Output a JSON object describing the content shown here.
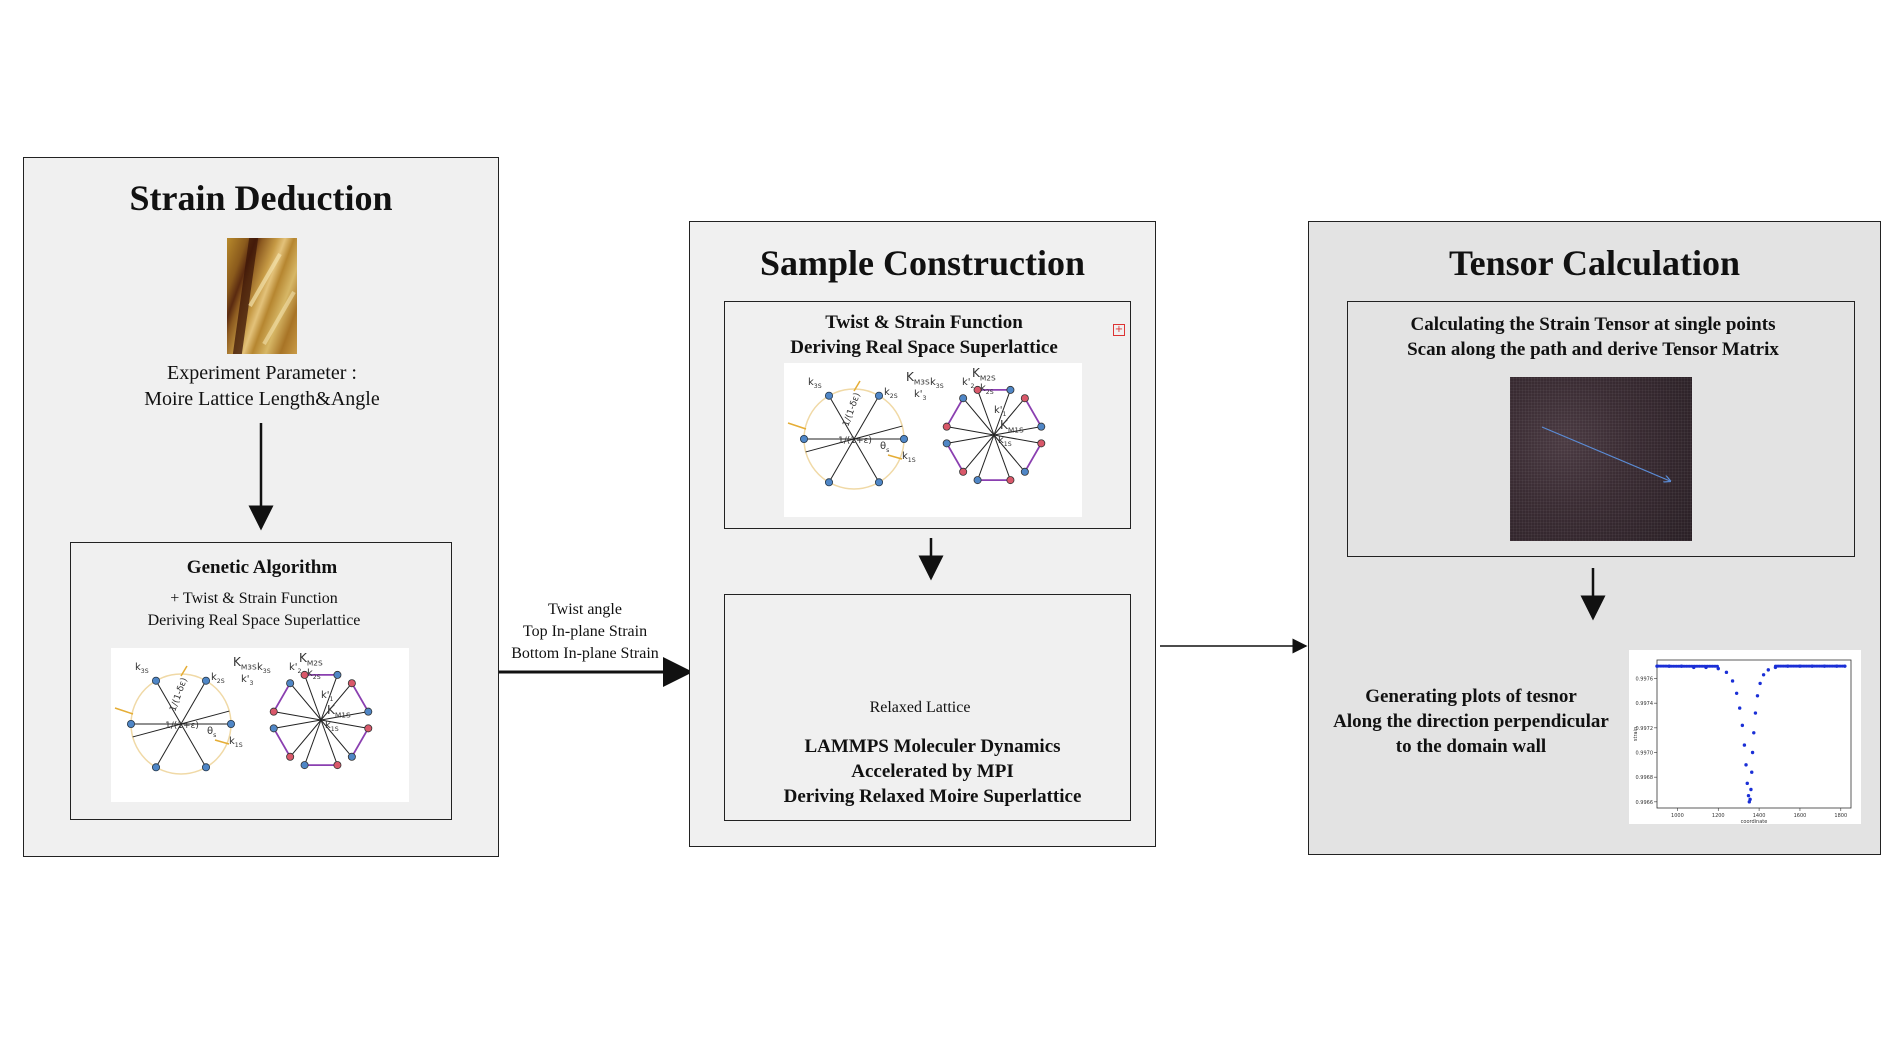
{
  "panels": {
    "strain": {
      "title": "Strain Deduction",
      "param_line1": "Experiment Parameter :",
      "param_line2": "Moire Lattice Length&Angle",
      "ga_title": "Genetic Algorithm",
      "ga_line1": "+ Twist & Strain Function",
      "ga_line2": "Deriving Real Space Superlattice"
    },
    "sample": {
      "title": "Sample Construction",
      "box1_line1": "Twist & Strain Function",
      "box1_line2": "Deriving Real Space Superlattice",
      "relaxed_label": "Relaxed Lattice",
      "box2_line1": "LAMMPS Moleculer Dynamics",
      "box2_line2": "Accelerated by MPI",
      "box2_line3": "Deriving Relaxed Moire Superlattice"
    },
    "tensor": {
      "title": "Tensor Calculation",
      "box1_line1": "Calculating the Strain Tensor at single points",
      "box1_line2": "Scan along the path and derive Tensor Matrix",
      "gen_line1": "Generating plots of tesnor",
      "gen_line2": "Along the direction perpendicular",
      "gen_line3": "to the domain wall"
    }
  },
  "connector": {
    "line1": "Twist angle",
    "line2": "Top In-plane Strain",
    "line3": "Bottom In-plane Strain"
  },
  "vector_labels": {
    "k3s": "k",
    "k3s_sub": "3S",
    "k2s": "k",
    "k2s_sub": "2S",
    "k1s": "k",
    "k1s_sub": "1S",
    "theta": "θ",
    "theta_sub": "s",
    "arc_a": "1/(1-δε)",
    "arc_b": "1/(1+ε)",
    "km3s": "K",
    "km3s_sub": "M3S",
    "km2s": "K",
    "km2s_sub": "M2S",
    "km1s": "K",
    "km1s_sub": "M1S",
    "kp1": "k'",
    "kp1_sub": "1",
    "kp2": "k'",
    "kp2_sub": "2",
    "kp3": "k'",
    "kp3_sub": "3"
  },
  "plot": {
    "y_ticks": [
      "0.9976",
      "0.9974",
      "0.9972",
      "0.9970",
      "0.9968",
      "0.9966"
    ],
    "x_ticks": [
      "1000",
      "1200",
      "1400",
      "1600",
      "1800"
    ],
    "xlabel": "coordinate",
    "ylabel": "strain"
  },
  "colors": {
    "panel_bg": "#f0f0f0",
    "tensor_bg": "#e3e3e3",
    "node_blue": "#4f86c6",
    "node_red": "#d9586a",
    "bond_purple": "#8a3fb0",
    "arrow_gold": "#e5ad35",
    "plot_blue": "#1a2fd6"
  },
  "chart_data": {
    "type": "scatter",
    "title": "",
    "xlabel": "coordinate",
    "ylabel": "strain",
    "xlim": [
      900,
      1850
    ],
    "ylim": [
      0.99655,
      0.99775
    ],
    "x": [
      900,
      960,
      1020,
      1080,
      1140,
      1200,
      1240,
      1270,
      1290,
      1305,
      1318,
      1328,
      1336,
      1342,
      1348,
      1352,
      1356,
      1360,
      1364,
      1368,
      1374,
      1382,
      1392,
      1405,
      1422,
      1445,
      1480,
      1540,
      1600,
      1660,
      1720,
      1780,
      1820
    ],
    "y": [
      0.9977,
      0.9977,
      0.9977,
      0.99769,
      0.99769,
      0.99768,
      0.99765,
      0.99758,
      0.99748,
      0.99736,
      0.99722,
      0.99706,
      0.9969,
      0.99675,
      0.99665,
      0.9966,
      0.99662,
      0.9967,
      0.99684,
      0.997,
      0.99716,
      0.99732,
      0.99746,
      0.99756,
      0.99763,
      0.99767,
      0.99769,
      0.9977,
      0.9977,
      0.9977,
      0.9977,
      0.9977,
      0.9977
    ]
  }
}
